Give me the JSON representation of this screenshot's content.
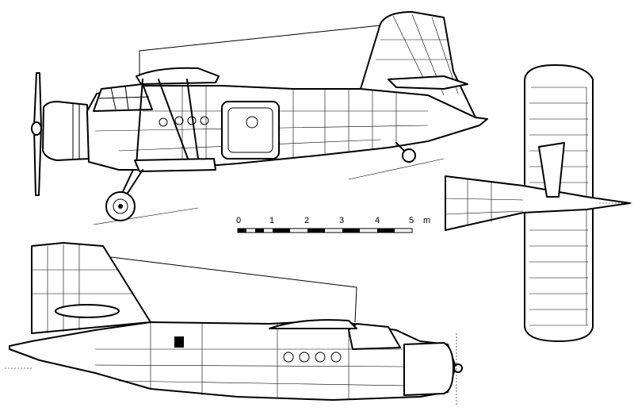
{
  "scale_bar": {
    "ticks": [
      "0",
      "1",
      "2",
      "3",
      "4",
      "5"
    ],
    "unit": "m"
  },
  "views": [
    "side-view-left",
    "top-view",
    "side-view-right"
  ]
}
